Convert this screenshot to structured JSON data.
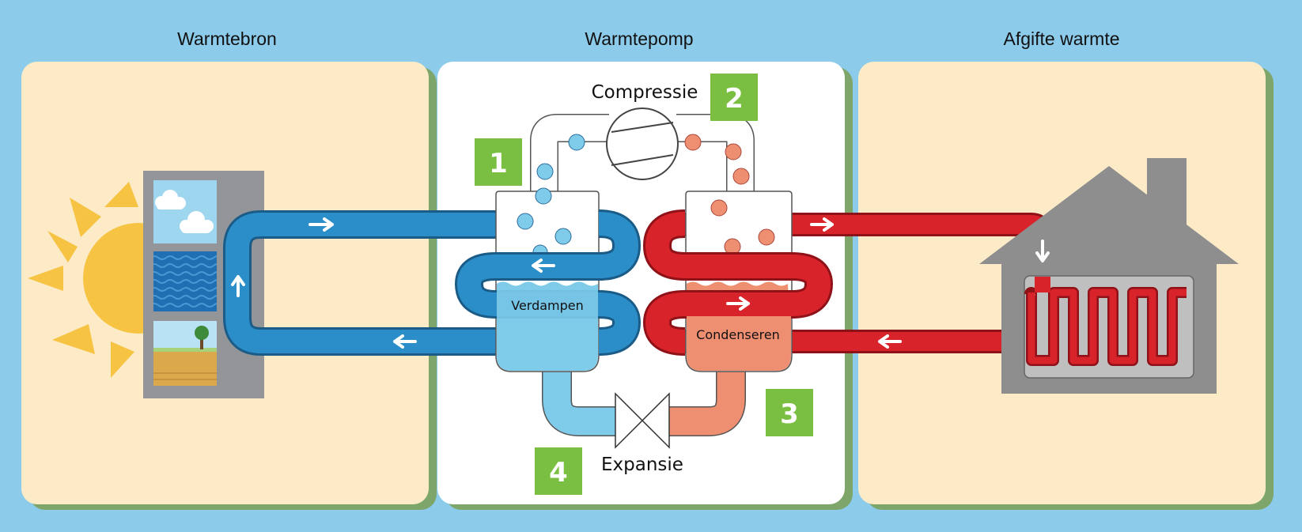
{
  "sections": {
    "source_title": "Warmtebron",
    "pump_title": "Warmtepomp",
    "output_title": "Afgifte warmte"
  },
  "steps": {
    "compression": "Compressie",
    "evaporation": "Verdampen",
    "condensation": "Condenseren",
    "expansion": "Expansie"
  },
  "step_numbers": {
    "one": "1",
    "two": "2",
    "three": "3",
    "four": "4"
  },
  "colors": {
    "background": "#8ccbea",
    "panel_warm": "#fdebc8",
    "panel_white": "#ffffff",
    "cold_loop": "#2b8ec9",
    "hot_loop": "#d9232b",
    "cold_fluid": "#7ecbea",
    "hot_fluid": "#ef8f72",
    "step_badge": "#7bbf42",
    "sun": "#f6c343",
    "house": "#8e8e8e"
  }
}
